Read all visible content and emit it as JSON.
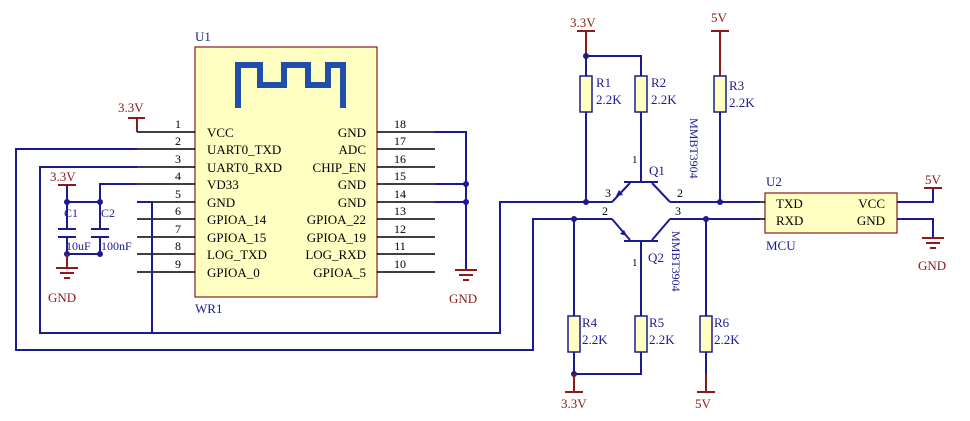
{
  "colors": {
    "wire": "#1b1b8f",
    "power": "#8b1a1a",
    "ic_body": "#ffffc2",
    "background": "#ffffff"
  },
  "u1": {
    "designator": "U1",
    "name": "WR1",
    "left_pins": [
      {
        "num": "1",
        "name": "VCC"
      },
      {
        "num": "2",
        "name": "UART0_TXD"
      },
      {
        "num": "3",
        "name": "UART0_RXD"
      },
      {
        "num": "4",
        "name": "VD33"
      },
      {
        "num": "5",
        "name": "GND"
      },
      {
        "num": "6",
        "name": "GPIOA_14"
      },
      {
        "num": "7",
        "name": "GPIOA_15"
      },
      {
        "num": "8",
        "name": "LOG_TXD"
      },
      {
        "num": "9",
        "name": "GPIOA_0"
      }
    ],
    "right_pins": [
      {
        "num": "18",
        "name": "GND"
      },
      {
        "num": "17",
        "name": "ADC"
      },
      {
        "num": "16",
        "name": "CHIP_EN"
      },
      {
        "num": "15",
        "name": "GND"
      },
      {
        "num": "14",
        "name": "GND"
      },
      {
        "num": "13",
        "name": "GPIOA_22"
      },
      {
        "num": "12",
        "name": "GPIOA_19"
      },
      {
        "num": "11",
        "name": "LOG_RXD"
      },
      {
        "num": "10",
        "name": "GPIOA_5"
      }
    ]
  },
  "u2": {
    "designator": "U2",
    "name": "MCU",
    "pins": {
      "txd": "TXD",
      "rxd": "RXD",
      "vcc": "VCC",
      "gnd": "GND"
    }
  },
  "power": {
    "p33_u1": "3.3V",
    "p33_caps": "3.3V",
    "gnd_caps": "GND",
    "gnd_u1": "GND",
    "p33_top": "3.3V",
    "p5_top": "5V",
    "p5_mcu": "5V",
    "gnd_mcu": "GND",
    "p33_bottom": "3.3V",
    "p5_bottom": "5V"
  },
  "caps": [
    {
      "ref": "C1",
      "value": "10uF"
    },
    {
      "ref": "C2",
      "value": "100nF"
    }
  ],
  "resistors": [
    {
      "ref": "R1",
      "value": "2.2K"
    },
    {
      "ref": "R2",
      "value": "2.2K"
    },
    {
      "ref": "R3",
      "value": "2.2K"
    },
    {
      "ref": "R4",
      "value": "2.2K"
    },
    {
      "ref": "R5",
      "value": "2.2K"
    },
    {
      "ref": "R6",
      "value": "2.2K"
    }
  ],
  "transistors": [
    {
      "ref": "Q1",
      "part": "MMBT3904",
      "pin_b": "1",
      "pin_e": "3",
      "pin_c": "2"
    },
    {
      "ref": "Q2",
      "part": "MMBT3904",
      "pin_b": "1",
      "pin_e": "2",
      "pin_c": "3"
    }
  ]
}
